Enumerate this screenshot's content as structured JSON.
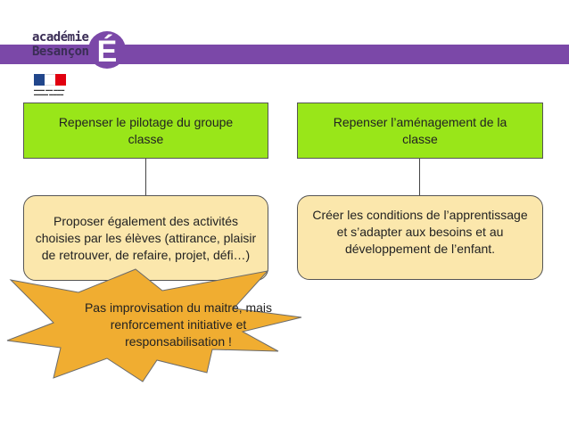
{
  "logo": {
    "line1": "académie",
    "line2": "Besançon",
    "letter": "É",
    "colors": {
      "accent": "#7b48a8",
      "logo_text": "#3a2d55"
    }
  },
  "header_bar": {
    "color": "#7b48a8"
  },
  "boxes": {
    "left_title": "Repenser le pilotage du groupe classe",
    "right_title": "Repenser l’aménagement de la classe",
    "left_detail": "Proposer également des activités choisies par les élèves (attirance, plaisir de retrouver, de refaire, projet, défi…)",
    "right_detail": "Créer les conditions de l’apprentissage et s’adapter aux besoins et au développement de l’enfant."
  },
  "callout": {
    "text": "Pas improvisation du maitre, mais renforcement initiative et responsabilisation !",
    "color": "#f0ad31"
  },
  "colors": {
    "title_box": "#99e619",
    "detail_box": "#fbe7ac",
    "border": "#555555"
  }
}
